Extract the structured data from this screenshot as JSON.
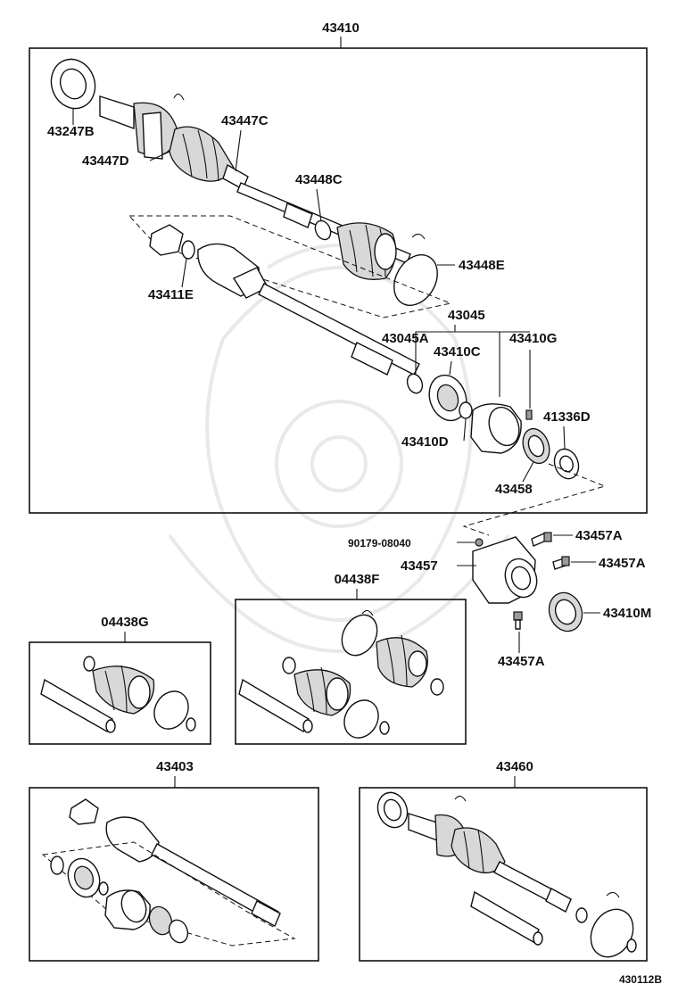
{
  "labels": {
    "main_assembly": "43410",
    "seal_43247B": "43247B",
    "boot_43447D": "43447D",
    "boot_43447C": "43447C",
    "clamp_43448C": "43448C",
    "clamp_43448E": "43448E",
    "joint_43411E": "43411E",
    "bearing_set_43045": "43045",
    "snap_ring_43045A": "43045A",
    "bearing_43410C": "43410C",
    "pin_43410G": "43410G",
    "seal_41336D": "41336D",
    "ring_43410D": "43410D",
    "bearing_43458": "43458",
    "bolt_90179": "90179-08040",
    "bolt_43457A_1": "43457A",
    "bolt_43457A_2": "43457A",
    "bolt_43457A_3": "43457A",
    "bracket_43457": "43457",
    "seal_43410M": "43410M",
    "boot_kit_04438F": "04438F",
    "boot_kit_04438G": "04438G",
    "inboard_43403": "43403",
    "outboard_43460": "43460",
    "figure_code": "430112B"
  }
}
